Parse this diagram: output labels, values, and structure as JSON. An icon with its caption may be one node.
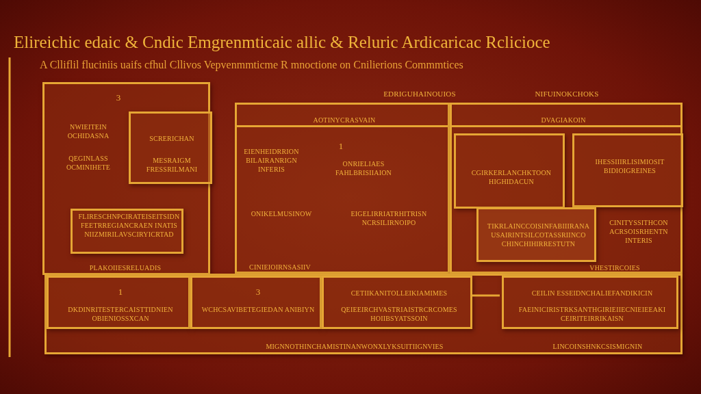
{
  "diagram": {
    "title": "Elireichic edaic & Cndic Emgrenmticaic allic & Reluric Ardicaricac Rclicioce",
    "nodes": [
      {
        "text": [
          "3",
          "NWIEITEIN OCHIDASNA",
          "QEGINLASS OCMINIHETE",
          "PLAKOIIESRELUADIS"
        ]
      },
      {
        "text": [
          "SCRERICHAN",
          "MESRAIGM FRESSRILMANI"
        ],
        "in": 0
      },
      {
        "text": [
          "FLIRESCHNPCIRATEISEITSIDN FEETRREGIANCRAEN INATIS NIIZMIRILAVSCIRYICRTAD"
        ],
        "in": 0
      },
      {
        "text": [
          "AOTINYCRASVAIN",
          "EIENHEIDRRION BILAIRANRIGN INFERIS",
          "1",
          "ONRIELIAES FAHLBRISIIAION",
          "ONIKELMUSINOW",
          "EIGELIRRIATRHITRISN NCRSILIRNOIPO",
          "CINIEIOIRNSASIIV"
        ],
        "beside": [
          "EDRIGUHAINOUIOS"
        ]
      },
      {
        "text": [
          "DVAGIAKOIN",
          "CINITYSSITHCON ACRSOISRHENTN INTERIS",
          "VHESTIRCOIES"
        ],
        "beside": [
          "NIFUINOKCHOKS"
        ]
      },
      {
        "text": [
          "CGIRKERLANCHKTOON HIGHIDACUN"
        ],
        "in": 4
      },
      {
        "text": [
          "IHESSIIIRLISIMIOSIT BIDIOIGREINES"
        ],
        "in": 4
      },
      {
        "text": [
          "TIKRLAINCCOISINFABIIIRANA USAIRINTSILCOTASSRIINCO CHINCHIHIRRESTUTN"
        ],
        "in": 4
      },
      {
        "text": [
          "MIGNNOTHINCHAMISTINANWONXLYKSUITIIGNVIES",
          "LINCOINSHNKCSISMIGNIN"
        ]
      },
      {
        "text": [
          "1",
          "DKDINRITESTERCAISTTIDNIEN OBIENIOSSXCAN"
        ],
        "in": 8
      },
      {
        "text": [
          "3",
          "WCHCSAVIBETEGIEDAN ANIBIYN"
        ],
        "in": 8
      },
      {
        "text": [
          "CETIIKANITOLLEIKIAMIMES",
          "QEIEEIRCHVASTRIAISTRCRCOMES HOIIBSYATSSOIN"
        ],
        "in": 8
      },
      {
        "text": [
          "CEILIN ESSEIDNCHALIEFANDIKICIN",
          "FAEINICIRISTRKSANTHGIRIEIIECNIEIEEAKI CEIRITEIRRIKAISN"
        ],
        "in": 8
      }
    ],
    "edges": [
      {
        "from": 11,
        "to": 12,
        "arrow": "none"
      }
    ],
    "labels": [
      "A Clliflil fluciniis uaifs cfhul Cllivos Vepvenmmticme R mnoctione on Cnilierions Commmtices"
    ]
  }
}
